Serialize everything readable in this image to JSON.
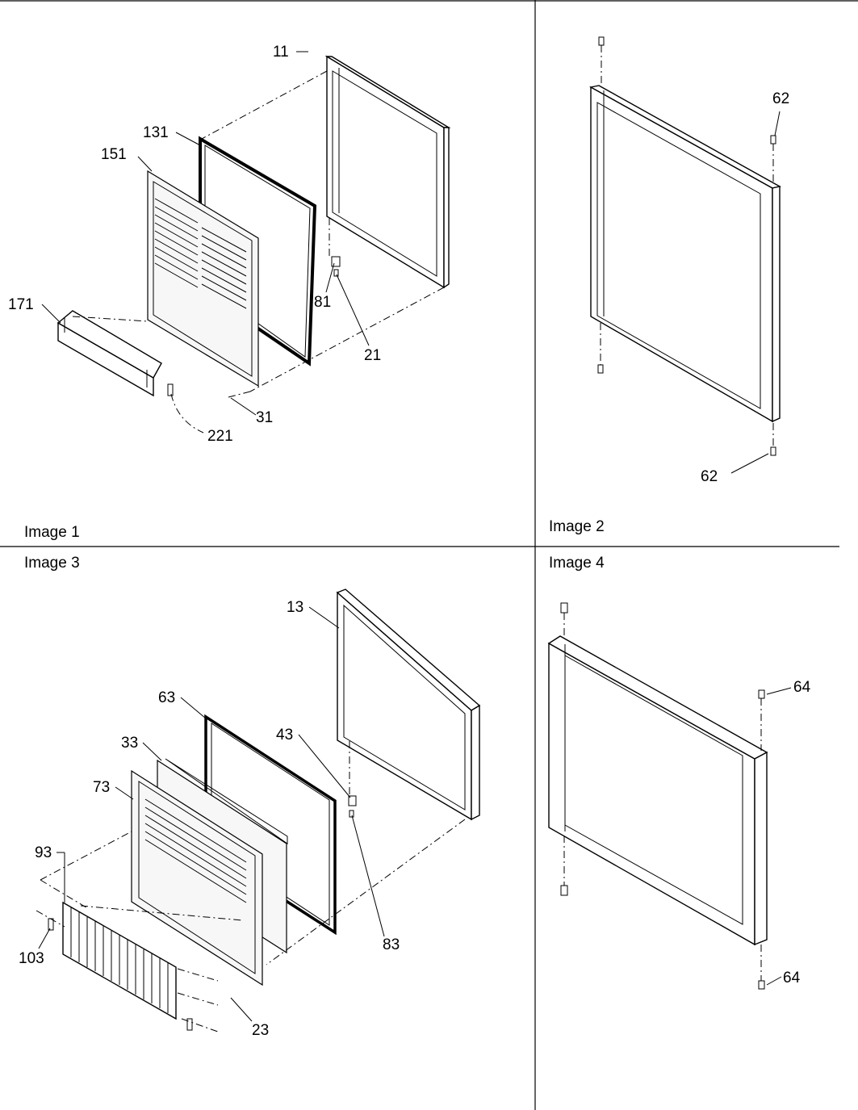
{
  "panels": [
    {
      "caption": "Image 1",
      "callouts": [
        "11",
        "131",
        "151",
        "171",
        "81",
        "21",
        "31",
        "221"
      ]
    },
    {
      "caption": "Image 2",
      "callouts": [
        "62",
        "62"
      ]
    },
    {
      "caption": "Image 3",
      "callouts": [
        "13",
        "63",
        "43",
        "33",
        "73",
        "93",
        "103",
        "83",
        "23"
      ]
    },
    {
      "caption": "Image 4",
      "callouts": [
        "64",
        "64"
      ]
    }
  ]
}
